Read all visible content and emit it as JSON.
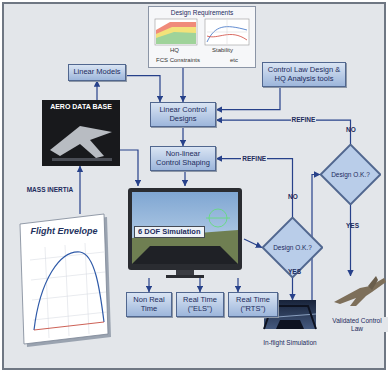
{
  "diagram": {
    "nodes": [
      {
        "text": [
          "Design Requirements"
        ]
      },
      {
        "text": [
          "Linear Models"
        ]
      },
      {
        "text": [
          "Control Law Design & HQ Analysis tools"
        ]
      },
      {
        "text": [
          "Linear Control Designs"
        ]
      },
      {
        "text": [
          "Non-linear Control Shaping"
        ]
      },
      {
        "text": [
          "6 DOF Simulation"
        ]
      },
      {
        "text": [
          "Design O.K.?"
        ]
      },
      {
        "text": [
          "Design O.K.?"
        ]
      },
      {
        "text": [
          "Non Real Time"
        ]
      },
      {
        "text": [
          "Real Time (\"ELS\")"
        ]
      },
      {
        "text": [
          "Real Time (\"RTS\")"
        ]
      },
      {
        "text": [
          "In-flight Simulation"
        ]
      },
      {
        "text": [
          "Validated Control Law"
        ]
      },
      {
        "text": [
          "AERO DATA BASE"
        ]
      },
      {
        "text": [
          "Flight Envelope"
        ]
      }
    ],
    "edges": [
      {
        "from": 0,
        "to": 3,
        "arrow": "to"
      },
      {
        "from": 1,
        "to": 3,
        "arrow": "to"
      },
      {
        "from": 2,
        "to": 3,
        "arrow": "to"
      },
      {
        "from": 3,
        "to": 4,
        "arrow": "to"
      },
      {
        "from": 4,
        "to": 5,
        "arrow": "to"
      },
      {
        "from": 13,
        "to": 1,
        "arrow": "to"
      },
      {
        "from": 14,
        "to": 13,
        "label": "MASS INERTIA",
        "arrow": "to"
      },
      {
        "from": 13,
        "to": 5,
        "arrow": "to"
      },
      {
        "from": 5,
        "to": 6,
        "arrow": "to"
      },
      {
        "from": 6,
        "to": 4,
        "label": "REFINE",
        "arrow": "to"
      },
      {
        "from": 7,
        "to": 3,
        "label": "REFINE",
        "arrow": "to"
      },
      {
        "from": 6,
        "to": 11,
        "arrow": "to"
      },
      {
        "from": 11,
        "to": 7,
        "arrow": "to"
      },
      {
        "from": 7,
        "to": 12,
        "arrow": "to"
      },
      {
        "from": 5,
        "to": 8,
        "arrow": "to"
      },
      {
        "from": 5,
        "to": 9,
        "arrow": "to"
      },
      {
        "from": 5,
        "to": 10,
        "arrow": "to"
      }
    ],
    "labels": [
      "HQ",
      "Stability",
      "FCS Constraints",
      "etc",
      "NO",
      "YES",
      "NO",
      "YES"
    ]
  }
}
